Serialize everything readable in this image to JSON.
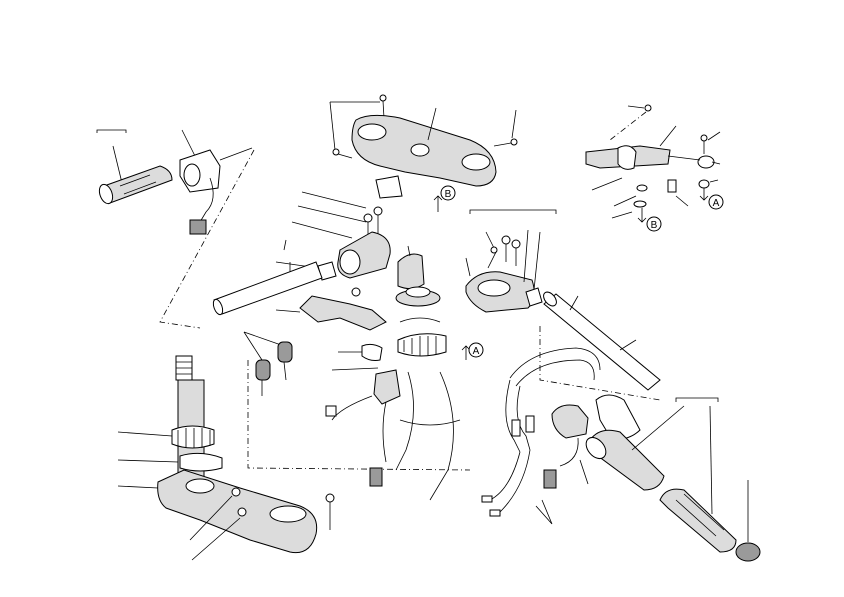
{
  "diagram": {
    "ref_labels": [
      "A",
      "B",
      "A",
      "B"
    ]
  }
}
